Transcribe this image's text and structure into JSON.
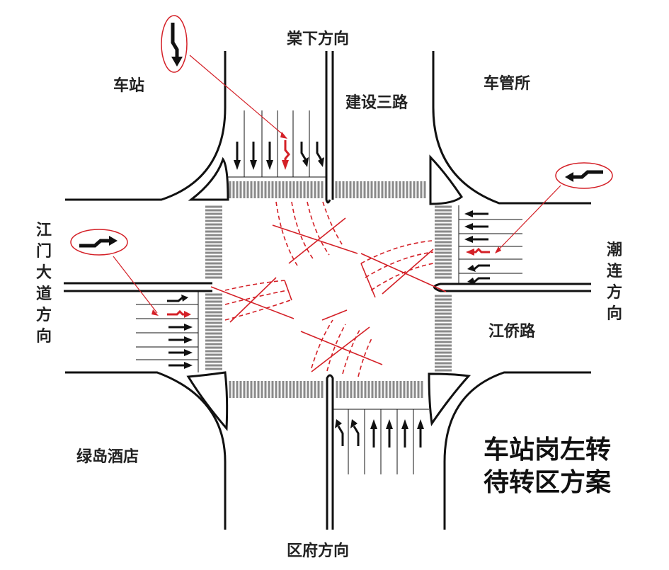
{
  "labels": {
    "north_direction": "棠下方向",
    "south_direction": "区府方向",
    "west_direction": "江门大道方向",
    "east_direction": "潮连方向",
    "north_road": "建设三路",
    "east_road": "江侨路",
    "nw_place": "车站",
    "ne_place": "车管所",
    "sw_place": "绿岛酒店"
  },
  "title": {
    "line1": "车站岗左转",
    "line2": "待转区方案"
  },
  "icons": {
    "left_turn_callout_north": "left-turn-arrow-icon",
    "left_turn_callout_east": "left-turn-arrow-icon",
    "left_turn_callout_west": "left-turn-arrow-icon"
  },
  "colors": {
    "road_line": "#111111",
    "highlight": "#d42027",
    "crosswalk": "#888888",
    "text": "#222222"
  }
}
